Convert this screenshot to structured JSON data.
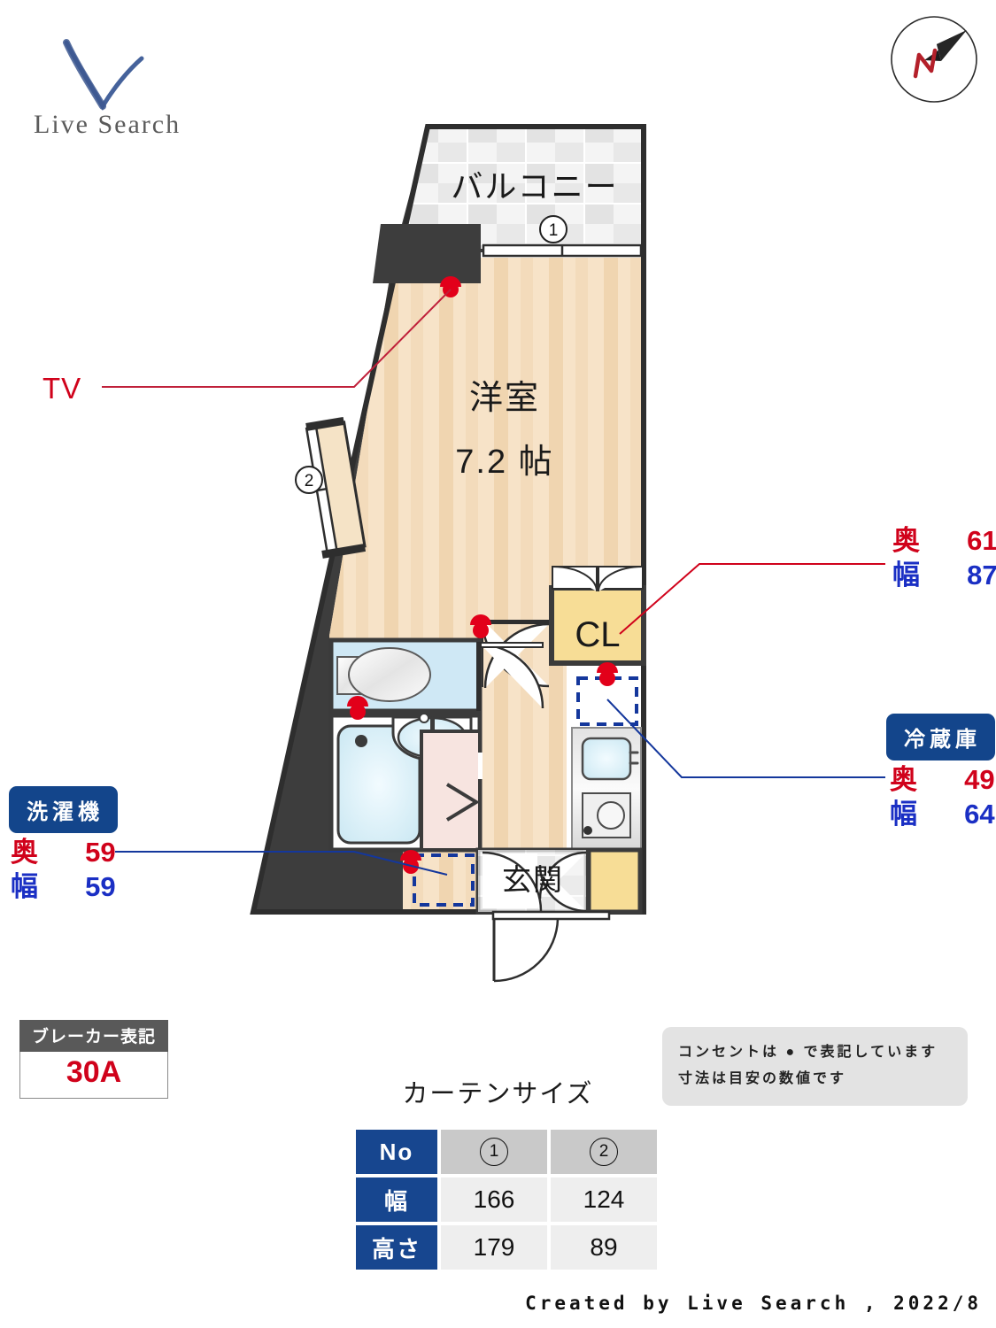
{
  "brand": {
    "logo_text": "Live Search",
    "logo_icon": "check-v-mark"
  },
  "compass": {
    "label": "N",
    "icon": "compass-north-arrow"
  },
  "plan": {
    "balcony_label": "バルコニー",
    "room_name": "洋室",
    "room_size": "7.2 帖",
    "closet_label": "CL",
    "entrance_label": "玄関",
    "window_marker_1": "1",
    "window_marker_2": "2"
  },
  "callouts": {
    "tv": "TV",
    "closet": {
      "depth_key": "奥",
      "depth_value": "61",
      "width_key": "幅",
      "width_value": "87"
    },
    "fridge": {
      "title": "冷蔵庫",
      "depth_key": "奥",
      "depth_value": "49",
      "width_key": "幅",
      "width_value": "64"
    },
    "washer": {
      "title": "洗濯機",
      "depth_key": "奥",
      "depth_value": "59",
      "width_key": "幅",
      "width_value": "59"
    }
  },
  "breaker": {
    "title": "ブレーカー表記",
    "value": "30A"
  },
  "note": {
    "line1": "コンセントは ● で表記しています",
    "line2": "寸法は目安の数値です"
  },
  "curtain": {
    "title": "カーテンサイズ",
    "row_headers": [
      "No",
      "幅",
      "高さ"
    ],
    "columns": [
      {
        "no": "1",
        "width": "166",
        "height": "179"
      },
      {
        "no": "2",
        "width": "124",
        "height": "89"
      }
    ]
  },
  "footer": {
    "text": "Created by Live Search , 2022/8"
  },
  "colors": {
    "wall": "#3b3b3b",
    "floor_wood": "#f6e0c4",
    "floor_wood_alt": "#edd0ad",
    "closet_yellow": "#f7dd96",
    "water_blue": "#cfe8f5",
    "badge_blue": "#13458b",
    "dim_red": "#d0021b",
    "dim_blue": "#1a2fc4",
    "outlet_red": "#e2001a"
  }
}
